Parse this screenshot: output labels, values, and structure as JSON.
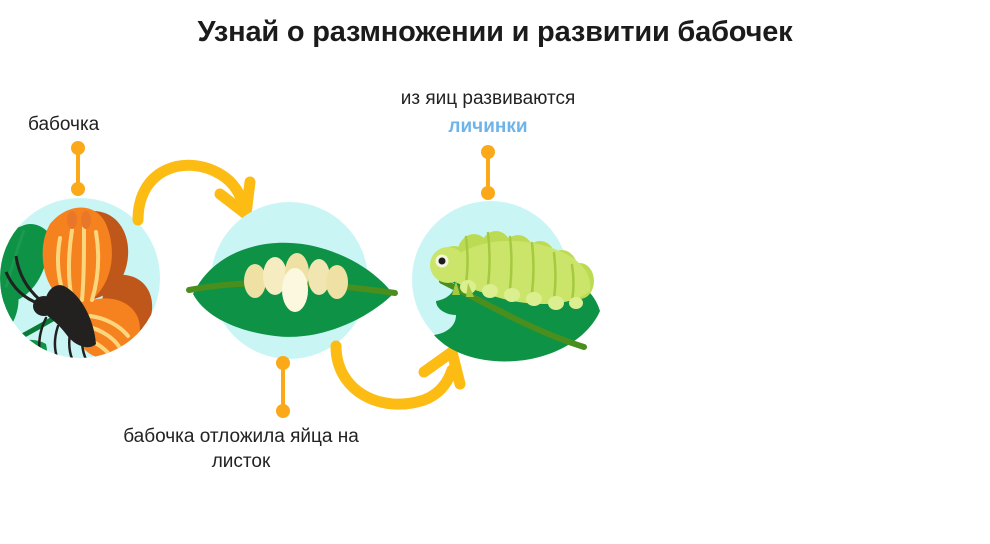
{
  "page": {
    "title": "Узнай о размножении и развитии бабочек",
    "background_color": "#ffffff"
  },
  "colors": {
    "title_text": "#1b1b1b",
    "body_text": "#222222",
    "accent_blue": "#6fb4e8",
    "pin_orange": "#FBA919",
    "arrow_yellow": "#FCBC14",
    "circle_bg": "#c9f6f5",
    "leaf_green": "#0e9246",
    "leaf_dark_green": "#0a7a39",
    "caterpillar_green": "#b6d94f",
    "butterfly_orange": "#F5821F",
    "egg_cream": "#F4E8B0"
  },
  "stages": [
    {
      "id": "butterfly",
      "label": "бабочка",
      "label_accent": "",
      "icon": "butterfly-on-leaf-illustration",
      "label_position": "above-left"
    },
    {
      "id": "eggs",
      "label": "бабочка отложила яйца на листок",
      "label_accent": "",
      "icon": "eggs-on-leaf-illustration",
      "label_position": "below"
    },
    {
      "id": "larvae",
      "label": "из яиц развиваются",
      "label_accent": "личинки",
      "icon": "caterpillar-on-leaf-illustration",
      "label_position": "above"
    }
  ],
  "arrows": [
    {
      "id": "arrow-butterfly-to-eggs",
      "direction": "down-right",
      "shape": "curved-arc"
    },
    {
      "id": "arrow-eggs-to-larvae",
      "direction": "up-right",
      "shape": "curved-arc"
    }
  ]
}
